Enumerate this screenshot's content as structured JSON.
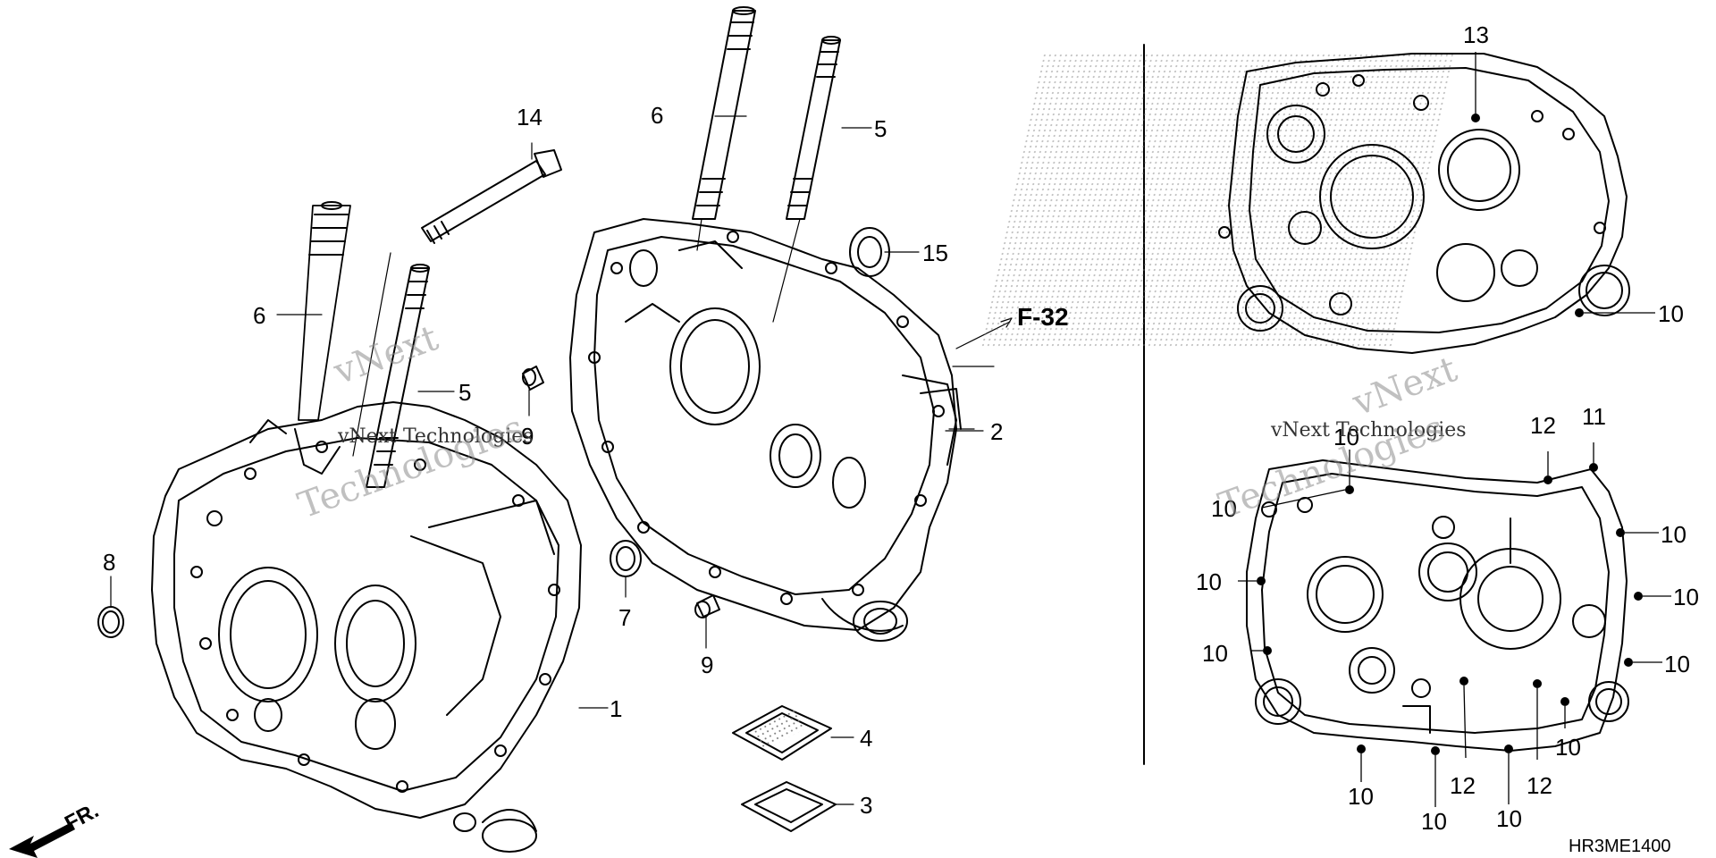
{
  "diagram": {
    "callouts": {
      "left_crankcase": "1",
      "right_crankcase": "2",
      "gasket_small": "3",
      "gasket_large": "4",
      "stud_a": "5",
      "stud_b": "5",
      "stud_c": "6",
      "stud_d": "6",
      "bearing": "7",
      "oring": "8",
      "dowel_a": "9",
      "dowel_b": "9",
      "bolt_14": "14",
      "oil_seal": "15",
      "ref_top": "13"
    },
    "ref_label": "F-32",
    "part_code": "HR3ME1400",
    "front_label": "FR.",
    "right_bottom_labels": {
      "r11": "11",
      "r12a": "12",
      "r12b": "12",
      "r12c": "12",
      "n10": "10"
    }
  },
  "watermarks": {
    "w1": "vNext",
    "w2": "vNext Technologies",
    "w3": "Technologies"
  },
  "colors": {
    "ink": "#000000",
    "watermark": "#8a8a8a"
  }
}
